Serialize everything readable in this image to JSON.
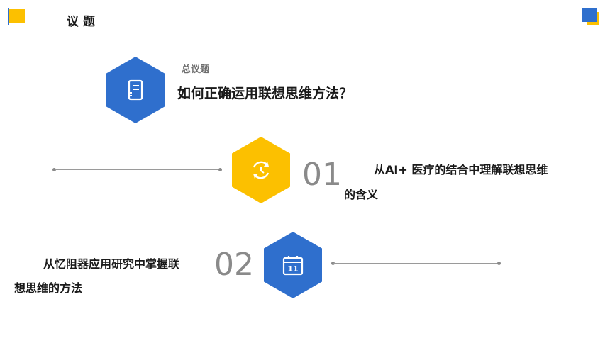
{
  "header": {
    "title": "议 题"
  },
  "main_topic": {
    "label": "总议题",
    "question": "如何正确运用联想思维方法？"
  },
  "items": [
    {
      "number": "01",
      "text_line1": "从AI+ 医疗的结合中理解联想思维",
      "text_line2": "的含义"
    },
    {
      "number": "02",
      "text_line1": "从忆阻器应用研究中掌握联",
      "text_line2": "想思维的方法",
      "calendar_day": "11"
    }
  ],
  "colors": {
    "blue": "#2f6fcd",
    "yellow": "#fcc000",
    "number_gray": "#8a8a8a"
  }
}
